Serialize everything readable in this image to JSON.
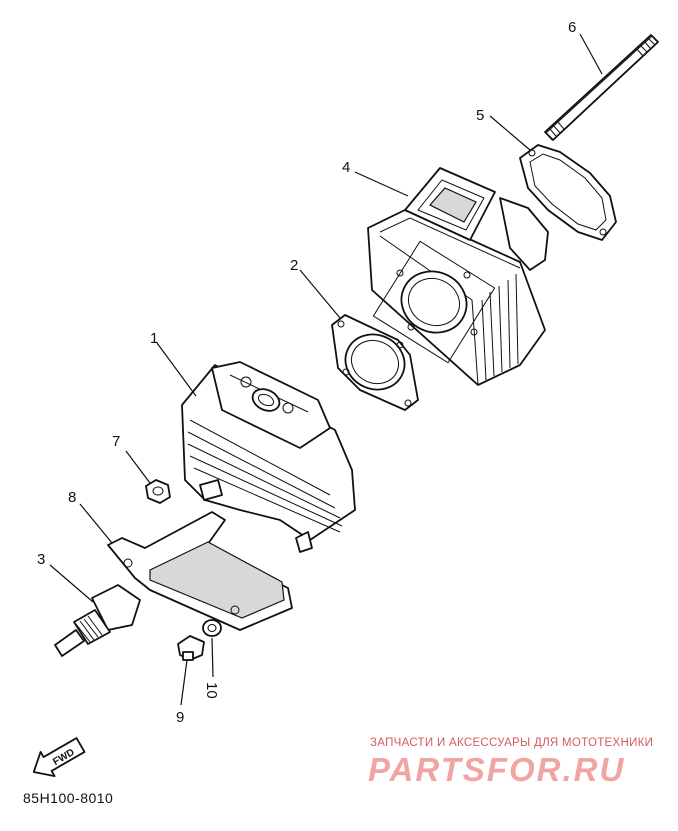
{
  "callouts": [
    {
      "number": "1",
      "part": "cylinder-head"
    },
    {
      "number": "2",
      "part": "cylinder-head-gasket"
    },
    {
      "number": "3",
      "part": "spark-plug"
    },
    {
      "number": "4",
      "part": "cylinder"
    },
    {
      "number": "5",
      "part": "cylinder-gasket"
    },
    {
      "number": "6",
      "part": "stud-bolt"
    },
    {
      "number": "7",
      "part": "nut"
    },
    {
      "number": "8",
      "part": "cover-plate"
    },
    {
      "number": "9",
      "part": "bolt"
    },
    {
      "number": "10",
      "part": "washer"
    }
  ],
  "fwd_label": "FWD",
  "drawing_code": "85H100-8010",
  "watermark": {
    "tagline": "ЗАПЧАСТИ И АКСЕССУАРЫ ДЛЯ МОТОТЕХНИКИ",
    "logo": "PARTSFOR.RU"
  }
}
